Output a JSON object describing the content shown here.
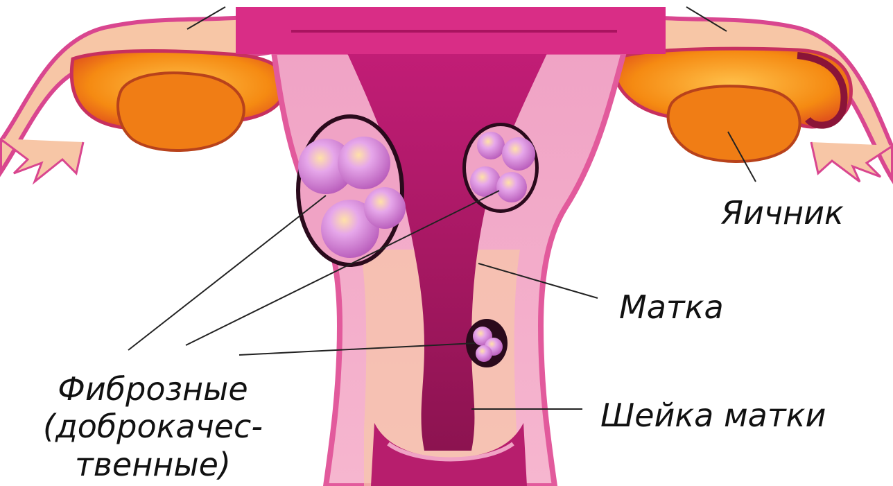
{
  "labels": {
    "ovary": "Яичник",
    "uterus": "Матка",
    "cervix": "Шейка матки",
    "fibroids": {
      "line1": "Фиброзные",
      "line2": "(доброкачес-",
      "line3": "твенные)"
    }
  },
  "colors": {
    "background": "#ffffff",
    "uterus_pink": "#f2a9c9",
    "uterus_outline": "#d9468f",
    "cavity_magenta": "#a1155e",
    "ovary_orange": "#f59a1e",
    "tube_peach": "#f5c7a2",
    "fibroid_lilac": "#dca0e6",
    "leader_line": "#222222"
  }
}
